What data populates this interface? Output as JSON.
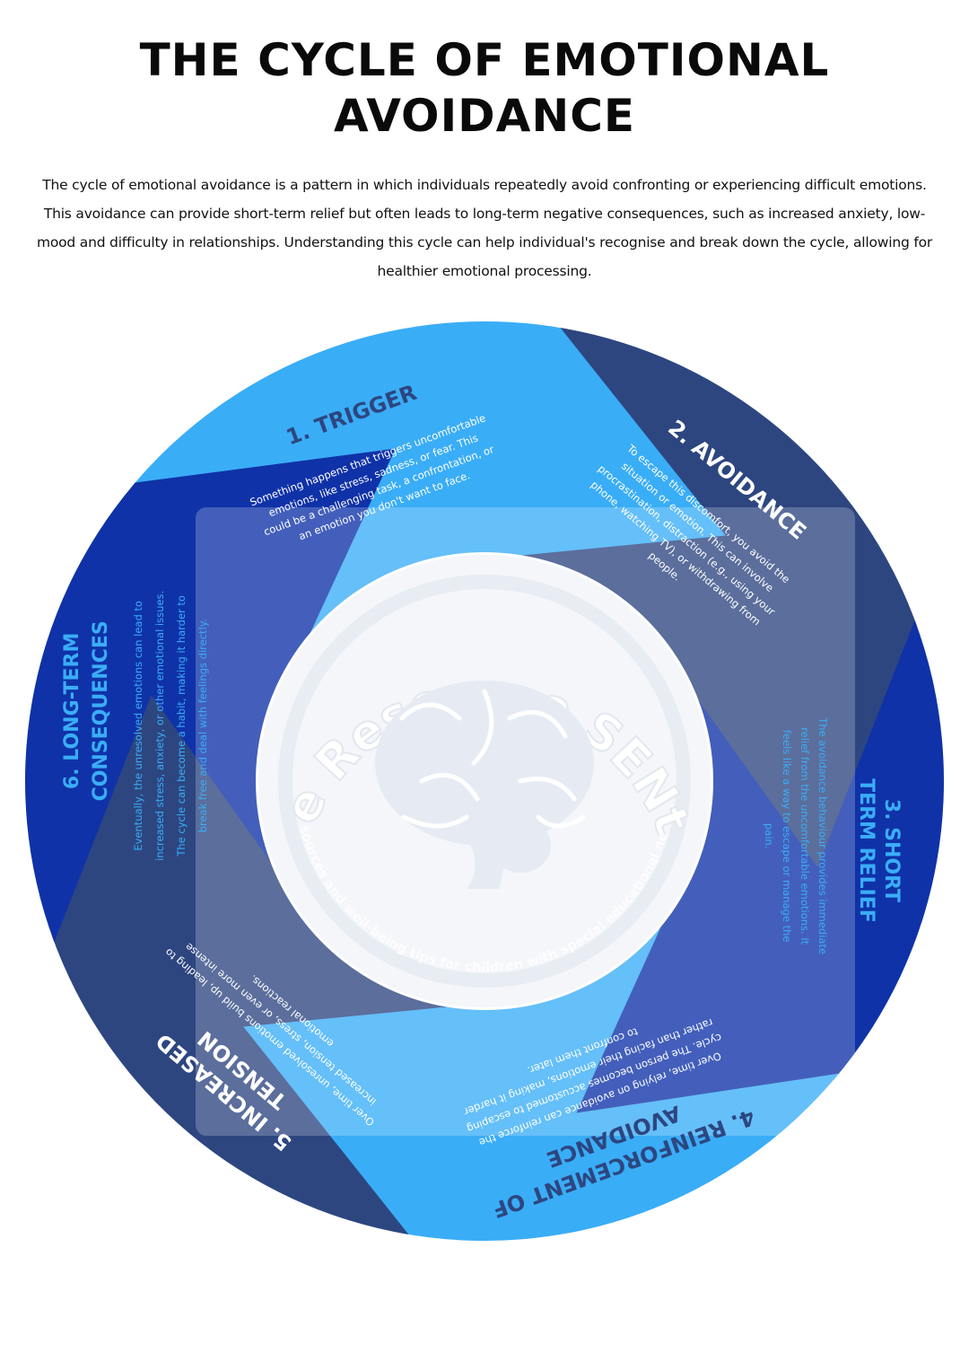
{
  "title": [
    "THE CYCLE OF EMOTIONAL",
    "AVOIDANCE"
  ],
  "intro": "The cycle of emotional avoidance is a pattern in which individuals repeatedly avoid confronting or experiencing difficult emotions. This avoidance can provide short-term relief but often leads to long-term negative consequences, such as increased anxiety, low-mood and difficulty in relationships. Understanding this cycle can help individual's recognise and break down the cycle, allowing for healthier emotional processing.",
  "colors": {
    "light_blue": "#3aadf7",
    "navy": "#2d4680",
    "royal_blue": "#0f32a8",
    "watermark": "#dfe3ec"
  },
  "steps": [
    {
      "title_lines": [
        "1. TRIGGER"
      ],
      "body_lines": [
        "Something happens that triggers uncomfortable",
        "emotions, like stress, sadness, or fear. This",
        "could be a challenging task, a confrontation, or",
        "an emotion you don't want to face."
      ]
    },
    {
      "title_lines": [
        "2. AVOIDANCE"
      ],
      "body_lines": [
        "To escape this discomfort, you avoid the",
        "situation or emotion. This can involve",
        "procrastination, distraction (e.g., using your",
        "phone, watching TV), or withdrawing from",
        "people."
      ]
    },
    {
      "title_lines": [
        "3. SHORT",
        "TERM RELIEF"
      ],
      "body_lines": [
        "The avoidance behaviour provides immediate",
        "relief from the uncomfortable emotions. It",
        "feels like a way to escape or manage the",
        "pain."
      ]
    },
    {
      "title_lines": [
        "4. REINFORCEMENT OF",
        "AVOIDANCE"
      ],
      "body_lines": [
        "Over time, relying on avoidance can reinforce the",
        "cycle. The person becomes accustomed to escaping",
        "rather than facing their emotions, making it harder",
        "to confront them later."
      ]
    },
    {
      "title_lines": [
        "5. INCREASED",
        "TENSION"
      ],
      "body_lines": [
        "Over time, unresolved emotions build up, leading to",
        "increased tension, stress, or even more intense",
        "emotional reactions."
      ]
    },
    {
      "title_lines": [
        "6. LONG-TERM",
        "CONSEQUENCES"
      ],
      "body_lines": [
        "Eventually, the unresolved emotions can lead to",
        "increased stress, anxiety, or other emotional issues.",
        "The cycle can become a habit, making it harder to",
        "break free and deal with feelings directly."
      ]
    }
  ],
  "watermark": {
    "name": "The Resource SENtre",
    "tagline": "Resources and well-being tips for children with special educational needs",
    "icon": "brain-icon"
  }
}
